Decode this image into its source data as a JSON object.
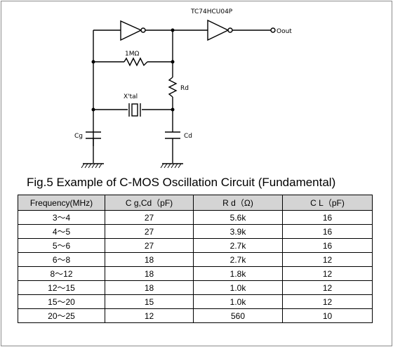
{
  "circuit": {
    "ic_label": "TC74HCU04P",
    "out_label": "Oout",
    "resistor_feedback": "1MΩ",
    "resistor_d": "Rd",
    "crystal": "X'tal",
    "cap_g": "Cg",
    "cap_d": "Cd"
  },
  "caption": "Fig.5 Example of C-MOS Oscillation Circuit (Fundamental)",
  "table": {
    "headers": [
      "Frequency(MHz)",
      "C g,Cd（pF)",
      "R d（Ω)",
      "C L（pF)"
    ],
    "rows": [
      [
        "3～4",
        "27",
        "5.6k",
        "16"
      ],
      [
        "4～5",
        "27",
        "3.9k",
        "16"
      ],
      [
        "5～6",
        "27",
        "2.7k",
        "16"
      ],
      [
        "6～8",
        "18",
        "2.7k",
        "12"
      ],
      [
        "8～12",
        "18",
        "1.8k",
        "12"
      ],
      [
        "12～15",
        "18",
        "1.0k",
        "12"
      ],
      [
        "15～20",
        "15",
        "1.0k",
        "12"
      ],
      [
        "20～25",
        "12",
        "560",
        "10"
      ]
    ]
  }
}
